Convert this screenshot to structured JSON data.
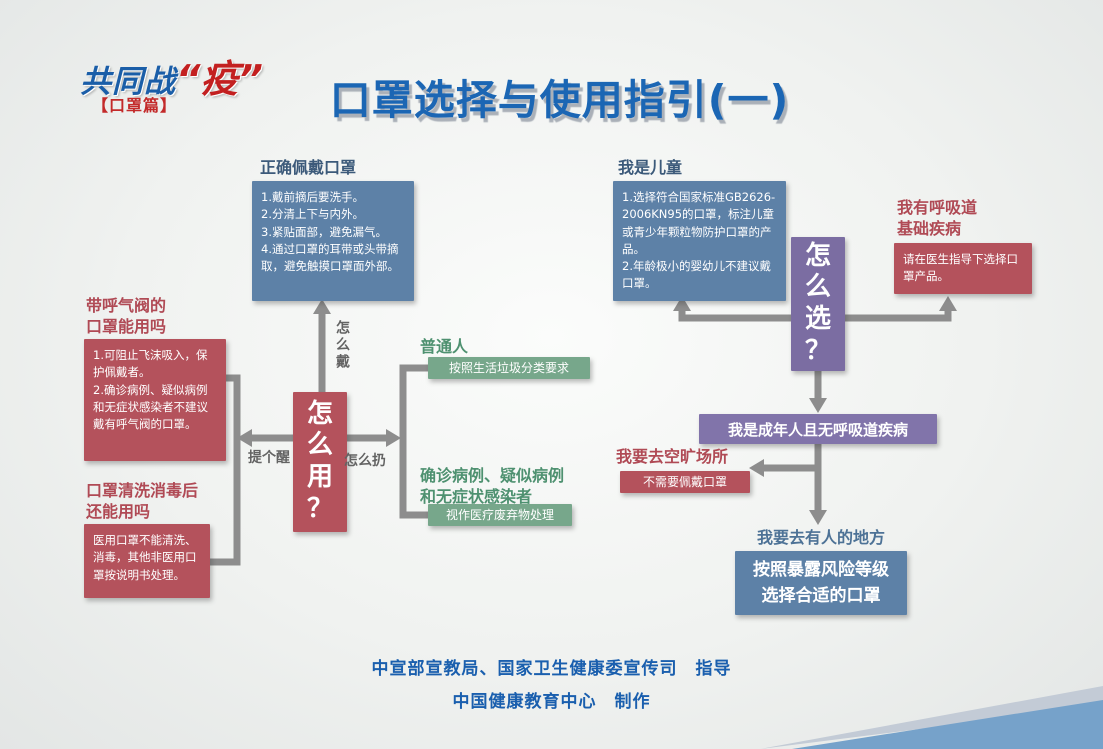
{
  "logo": {
    "brand": "共同战",
    "accent": "“疫”",
    "tagline": "【口罩篇】"
  },
  "title": "口罩选择与使用指引(一)",
  "left": {
    "wear_header": "正确佩戴口罩",
    "wear_body": "1.戴前摘后要洗手。\n2.分清上下与内外。\n3.紧贴面部，避免漏气。\n4.通过口罩的耳带或头带摘取，避免触摸口罩面外部。",
    "how_use": "怎\n么\n用\n？",
    "label_how_wear": "怎么戴",
    "label_reminder": "提个醒",
    "label_how_discard": "怎么扔",
    "valve_header": "带呼气阀的\n口罩能用吗",
    "valve_body": "1.可阻止飞沫吸入，保护佩戴者。\n2.确诊病例、疑似病例和无症状感染者不建议戴有呼气阀的口罩。",
    "clean_header": "口罩清洗消毒后\n还能用吗",
    "clean_body": "医用口罩不能清洗、消毒，其他非医用口罩按说明书处理。",
    "ordinary_header": "普通人",
    "ordinary_body": "按照生活垃圾分类要求",
    "confirmed_header": "确诊病例、疑似病例\n和无症状感染者",
    "confirmed_body": "视作医疗废弃物处理"
  },
  "right": {
    "child_header": "我是儿童",
    "child_body": "1.选择符合国家标准GB2626-2006KN95的口罩，标注儿童或青少年颗粒物防护口罩的产品。\n2.年龄极小的婴幼儿不建议戴口罩。",
    "how_choose": "怎\n么\n选\n？",
    "resp_header": "我有呼吸道\n基础疾病",
    "resp_body": "请在医生指导下选择口罩产品。",
    "adult_bar": "我是成年人且无呼吸道疾病",
    "open_header": "我要去空旷场所",
    "open_body": "不需要佩戴口罩",
    "crowded_label": "我要去有人的地方",
    "risk_body": "按照暴露风险等级\n选择合适的口罩"
  },
  "footer": {
    "line1": "中宣部宣教局、国家卫生健康委宣传司　指导",
    "line2": "中国健康教育中心　制作"
  },
  "colors": {
    "title_blue": "#1b66b4",
    "box_blue": "#5d81a7",
    "box_red": "#b4525c",
    "box_green": "#77a78b",
    "box_purple": "#7b6da2",
    "arrow_gray": "#8d8d8d"
  }
}
